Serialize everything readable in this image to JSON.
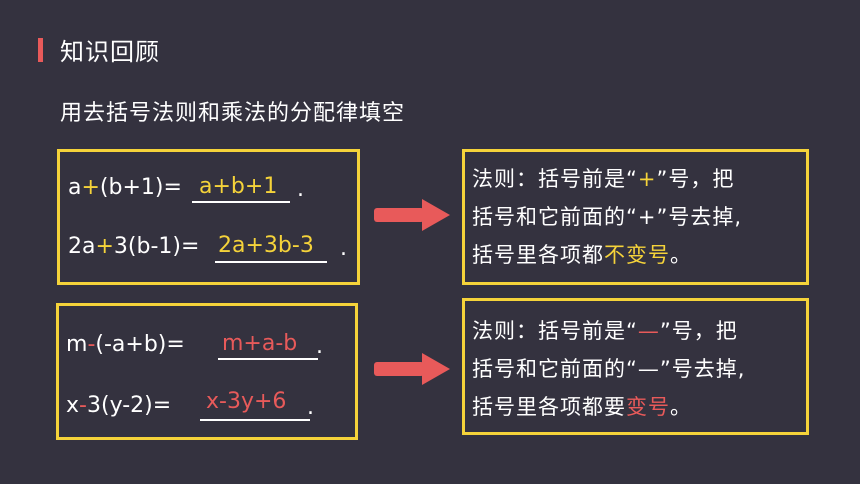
{
  "header": {
    "title": "知识回顾"
  },
  "subtitle": "用去括号法则和乘法的分配律填空",
  "plus_group": {
    "eq1": {
      "a": "a",
      "op": "+",
      "b": "(b+1)=",
      "answer": "a+b+1",
      "end": "."
    },
    "eq2": {
      "a": "2a",
      "op": "+",
      "b": "3(b-1)=",
      "answer": "2a+3b-3",
      "end": "."
    },
    "rule": {
      "line1_prefix": "法则：括号前是“",
      "line1_sign": "+",
      "line1_suffix": "”号，把",
      "line2": "括号和它前面的“+”号去掉,",
      "line3_prefix": "括号里各项都",
      "line3_highlight": "不变号",
      "line3_suffix": "。"
    }
  },
  "minus_group": {
    "eq1": {
      "a": "m",
      "op": "-",
      "b": "(-a+b)=",
      "answer": "m+a-b",
      "end": "."
    },
    "eq2": {
      "a": "x",
      "op": "-",
      "b": "3(y-2)=",
      "answer": "x-3y+6",
      "end": "."
    },
    "rule": {
      "line1_prefix": "法则：括号前是“",
      "line1_sign": "—",
      "line1_suffix": "”号，把",
      "line2": "括号和它前面的“—”号去掉,",
      "line3_prefix": "括号里各项都要",
      "line3_highlight": "变号",
      "line3_suffix": "。"
    }
  },
  "colors": {
    "background": "#34323f",
    "frame": "#f5d33a",
    "accent": "#e85a5a"
  }
}
